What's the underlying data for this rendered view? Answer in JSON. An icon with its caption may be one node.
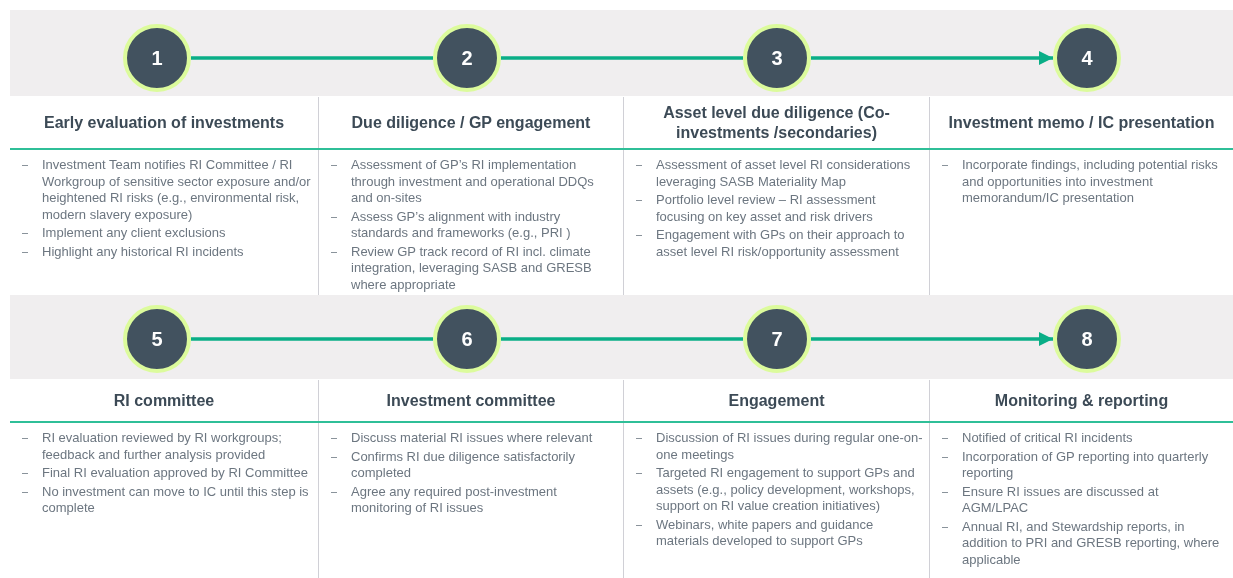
{
  "diagram": {
    "nodes": [
      {
        "text": [
          "1"
        ]
      },
      {
        "text": [
          "2"
        ]
      },
      {
        "text": [
          "3"
        ]
      },
      {
        "text": [
          "4"
        ]
      },
      {
        "text": [
          "Early evaluation of investments",
          "Investment Team notifies RI Committee / RI Workgroup of sensitive sector exposure and/or heightened RI risks (e.g., environmental risk, modern slavery exposure)",
          "Implement any client exclusions",
          "Highlight any historical RI incidents"
        ]
      },
      {
        "text": [
          "Due diligence / GP engagement",
          "Assessment of GP’s RI  implementation through investment and operational DDQs and on-sites",
          "Assess GP’s alignment with industry standards and frameworks (e.g., PRI )",
          "Review GP track record of RI incl. climate integration, leveraging SASB and GRESB where appropriate"
        ]
      },
      {
        "text": [
          "Asset level due diligence (Co-investments /secondaries)",
          "Assessment of asset level RI considerations leveraging  SASB Materiality Map",
          "Portfolio level review – RI assessment focusing on key asset and risk drivers",
          "Engagement with GPs on their approach to asset level RI risk/opportunity assessment"
        ]
      },
      {
        "text": [
          "Investment memo / IC presentation",
          "Incorporate findings, including potential risks and opportunities into investment memorandum/IC presentation"
        ]
      },
      {
        "text": [
          "5"
        ]
      },
      {
        "text": [
          "6"
        ]
      },
      {
        "text": [
          "7"
        ]
      },
      {
        "text": [
          "8"
        ]
      },
      {
        "text": [
          "RI committee",
          "RI evaluation reviewed by RI workgroups; feedback and further analysis provided",
          "Final RI evaluation approved by RI Committee",
          "No investment can move to IC until this step is complete"
        ]
      },
      {
        "text": [
          "Investment committee",
          "Discuss material RI issues where relevant",
          "Confirms RI due diligence satisfactorily completed",
          "Agree any required post-investment monitoring of RI issues"
        ]
      },
      {
        "text": [
          "Engagement",
          "Discussion of RI issues during regular one-on-one meetings",
          "Targeted RI engagement to support GPs and assets (e.g., policy development, workshops, support on RI value creation initiatives)",
          "Webinars, white papers and guidance materials developed to support GPs"
        ]
      },
      {
        "text": [
          "Monitoring & reporting",
          "Notified of critical RI incidents",
          "Incorporation of GP reporting into quarterly reporting",
          "Ensure RI issues are discussed at AGM/LPAC",
          "Annual RI, and Stewardship reports, in addition to PRI and GRESB reporting, where applicable"
        ]
      }
    ],
    "edges": [
      {
        "from": 0,
        "to": 1,
        "arrow": "none"
      },
      {
        "from": 1,
        "to": 2,
        "arrow": "none"
      },
      {
        "from": 2,
        "to": 3,
        "arrow": "to"
      },
      {
        "from": 8,
        "to": 9,
        "arrow": "none"
      },
      {
        "from": 9,
        "to": 10,
        "arrow": "none"
      },
      {
        "from": 10,
        "to": 11,
        "arrow": "to"
      }
    ]
  }
}
